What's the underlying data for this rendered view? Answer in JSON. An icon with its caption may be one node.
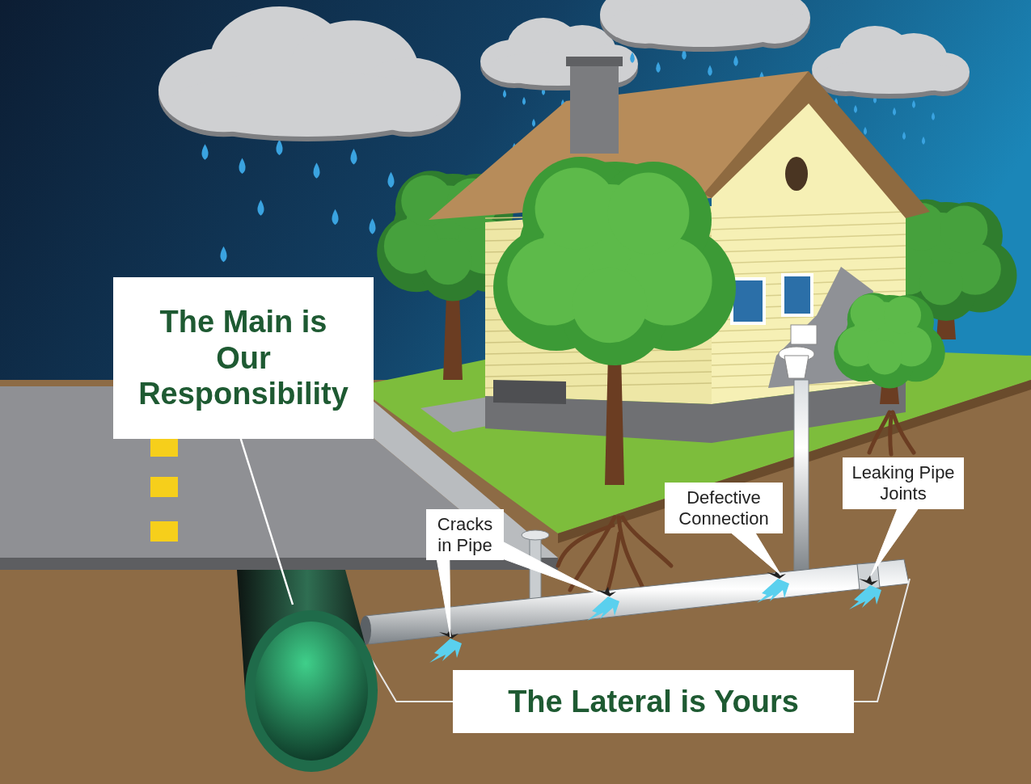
{
  "diagram": {
    "nodes": [
      {
        "text": [
          "The Main is Our Responsibility"
        ]
      },
      {
        "text": [],
        "shape": "cylinder"
      },
      {
        "text": [
          "Cracks in Pipe"
        ]
      },
      {
        "text": [
          "Defective Connection"
        ]
      },
      {
        "text": [
          "Leaking Pipe Joints"
        ]
      },
      {
        "text": [
          "The Lateral is Yours"
        ]
      }
    ],
    "edges": [
      {
        "from": 0,
        "to": 1,
        "arrow": "none"
      },
      {
        "from": 2,
        "to": null,
        "arrow": "to"
      },
      {
        "from": 2,
        "to": null,
        "arrow": "to"
      },
      {
        "from": 3,
        "to": null,
        "arrow": "to"
      },
      {
        "from": 4,
        "to": null,
        "arrow": "to"
      }
    ]
  }
}
